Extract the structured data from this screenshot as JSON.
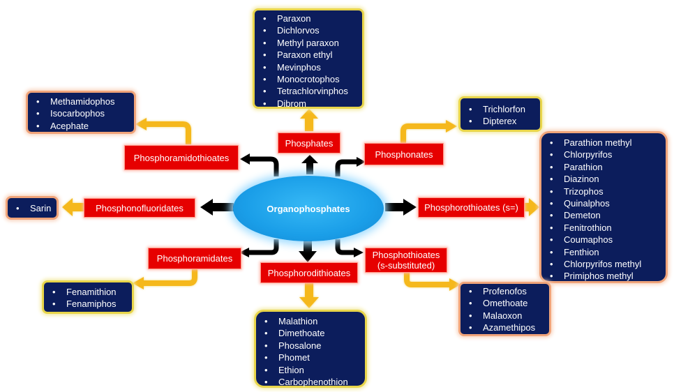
{
  "center": {
    "label": "Organophosphates"
  },
  "categories": {
    "phosphates": "Phosphates",
    "phosphonates": "Phosphonates",
    "phosphoramidothioates": "Phosphoramidothioates",
    "phosphonofluoridates": "Phosphonofluoridates",
    "phosphorothioates": "Phosphorothioates (s=)",
    "phosphoramidates": "Phosphoramidates",
    "phosphorodithioates": "Phosphorodithioates",
    "phosphothioates_line1": "Phosphothioates",
    "phosphothioates_line2": "(s-substituted)"
  },
  "lists": {
    "phosphates": [
      "Paraxon",
      "Dichlorvos",
      "Methyl paraxon",
      "Paraxon ethyl",
      "Mevinphos",
      "Monocrotophos",
      "Tetrachlorvinphos",
      "Dibrom"
    ],
    "phosphoramidothioates": [
      "Methamidophos",
      "Isocarbophos",
      "Acephate"
    ],
    "phosphonates": [
      "Trichlorfon",
      "Dipterex"
    ],
    "phosphonofluoridates": [
      "Sarin"
    ],
    "phosphorothioates": [
      "Parathion methyl",
      "Chlorpyrifos",
      "Parathion",
      "Diazinon",
      "Trizophos",
      "Quinalphos",
      "Demeton",
      "Fenitrothion",
      "Coumaphos",
      "Fenthion",
      "Chlorpyrifos methyl",
      "Primiphos methyl"
    ],
    "phosphoramidates": [
      "Fenamithion",
      "Fenamiphos"
    ],
    "phosphorodithioates": [
      "Malathion",
      "Dimethoate",
      "Phosalone",
      "Phomet",
      "Ethion",
      "Carbophenothion"
    ],
    "phosphothioates": [
      "Profenofos",
      "Omethoate",
      "Malaoxon",
      "Azamethipos"
    ]
  },
  "colors": {
    "list_fill": "#0c1d5c",
    "category_fill": "#e60000",
    "center_fill": "#1a9ee8",
    "connector_black": "#000000",
    "connector_yellow": "#f5b81e"
  }
}
